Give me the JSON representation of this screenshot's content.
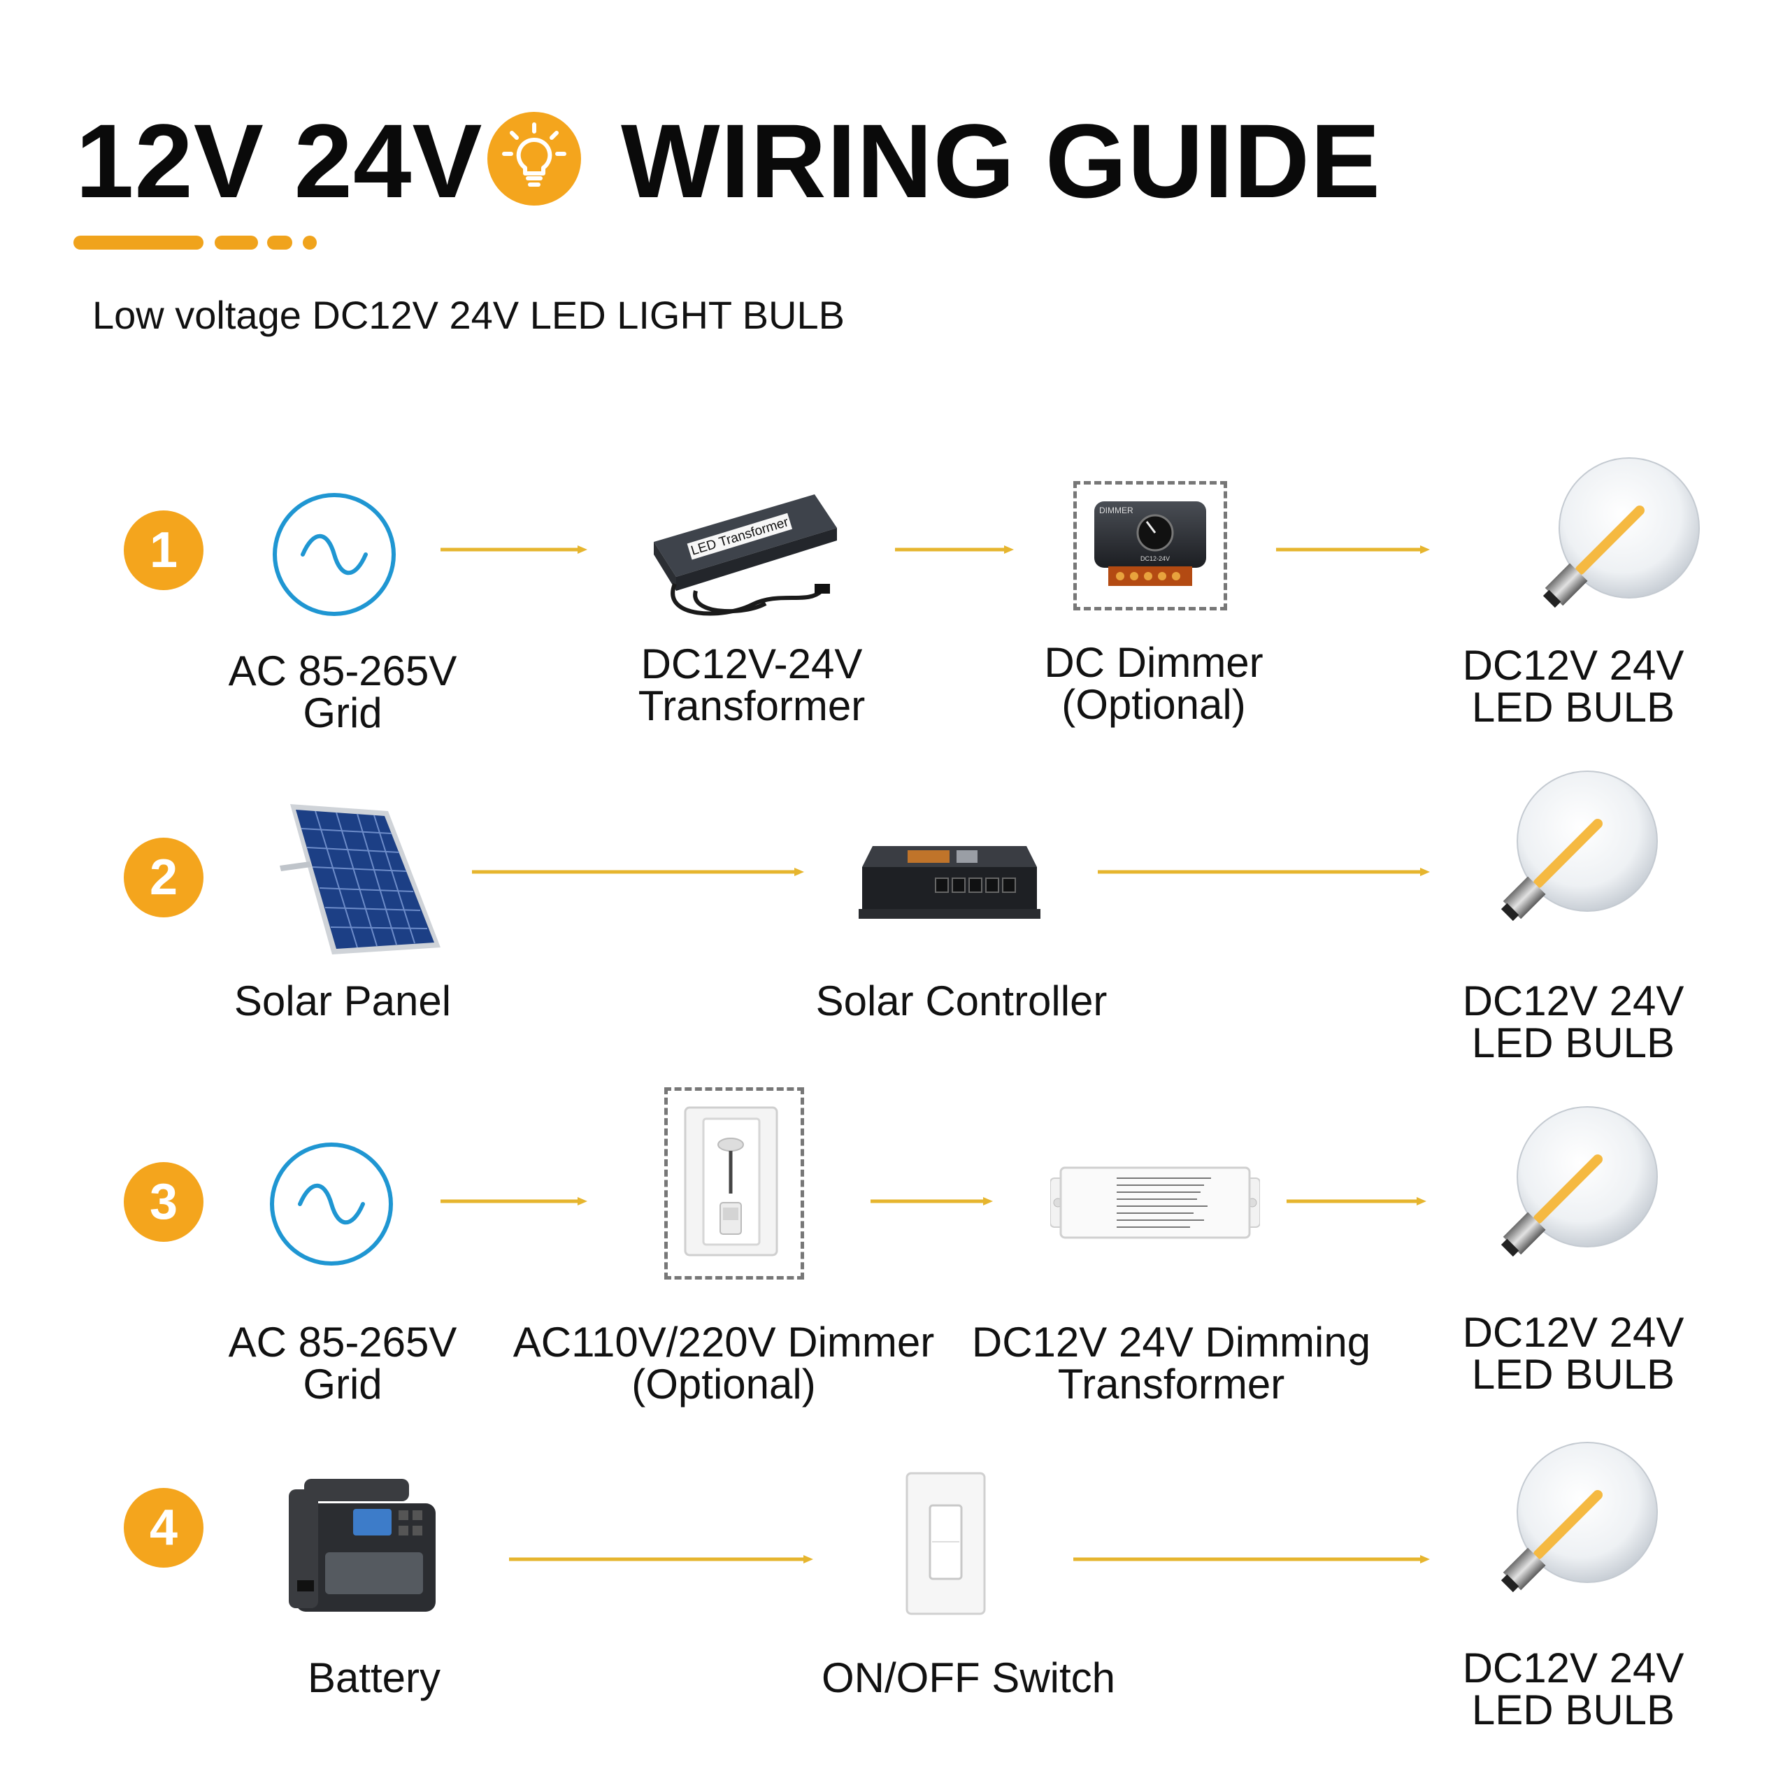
{
  "header": {
    "title_left": "12V 24V",
    "title_right": "WIRING GUIDE",
    "subtitle": "Low voltage DC12V 24V LED LIGHT BULB",
    "accent_color": "#f4a51d",
    "icon": "lightbulb-icon"
  },
  "rows": [
    {
      "number": "1",
      "items": [
        {
          "line1": "AC 85-265V",
          "line2": "Grid",
          "icon": "ac-wave-icon"
        },
        {
          "line1": "DC12V-24V",
          "line2": "Transformer",
          "icon": "transformer-icon",
          "device_text": "LED Transformer"
        },
        {
          "line1": "DC Dimmer",
          "line2": "(Optional)",
          "icon": "dc-dimmer-icon",
          "device_text": "DIMMER",
          "device_text2": "DC12-24V"
        },
        {
          "line1": "DC12V 24V",
          "line2": "LED BULB",
          "icon": "led-bulb-icon"
        }
      ]
    },
    {
      "number": "2",
      "items": [
        {
          "line1": "Solar Panel",
          "icon": "solar-panel-icon"
        },
        {
          "line1": "Solar Controller",
          "icon": "solar-controller-icon"
        },
        {
          "line1": "DC12V 24V",
          "line2": "LED BULB",
          "icon": "led-bulb-icon"
        }
      ]
    },
    {
      "number": "3",
      "items": [
        {
          "line1": "AC 85-265V",
          "line2": "Grid",
          "icon": "ac-wave-icon"
        },
        {
          "line1": "AC110V/220V Dimmer",
          "line2": "(Optional)",
          "icon": "wall-dimmer-icon"
        },
        {
          "line1": "DC12V 24V Dimming",
          "line2": "Transformer",
          "icon": "dimming-driver-icon"
        },
        {
          "line1": "DC12V 24V",
          "line2": "LED BULB",
          "icon": "led-bulb-icon"
        }
      ]
    },
    {
      "number": "4",
      "items": [
        {
          "line1": "Battery",
          "icon": "battery-station-icon"
        },
        {
          "line1": "ON/OFF Switch",
          "icon": "wall-switch-icon"
        },
        {
          "line1": "DC12V 24V",
          "line2": "LED BULB",
          "icon": "led-bulb-icon"
        }
      ]
    }
  ]
}
